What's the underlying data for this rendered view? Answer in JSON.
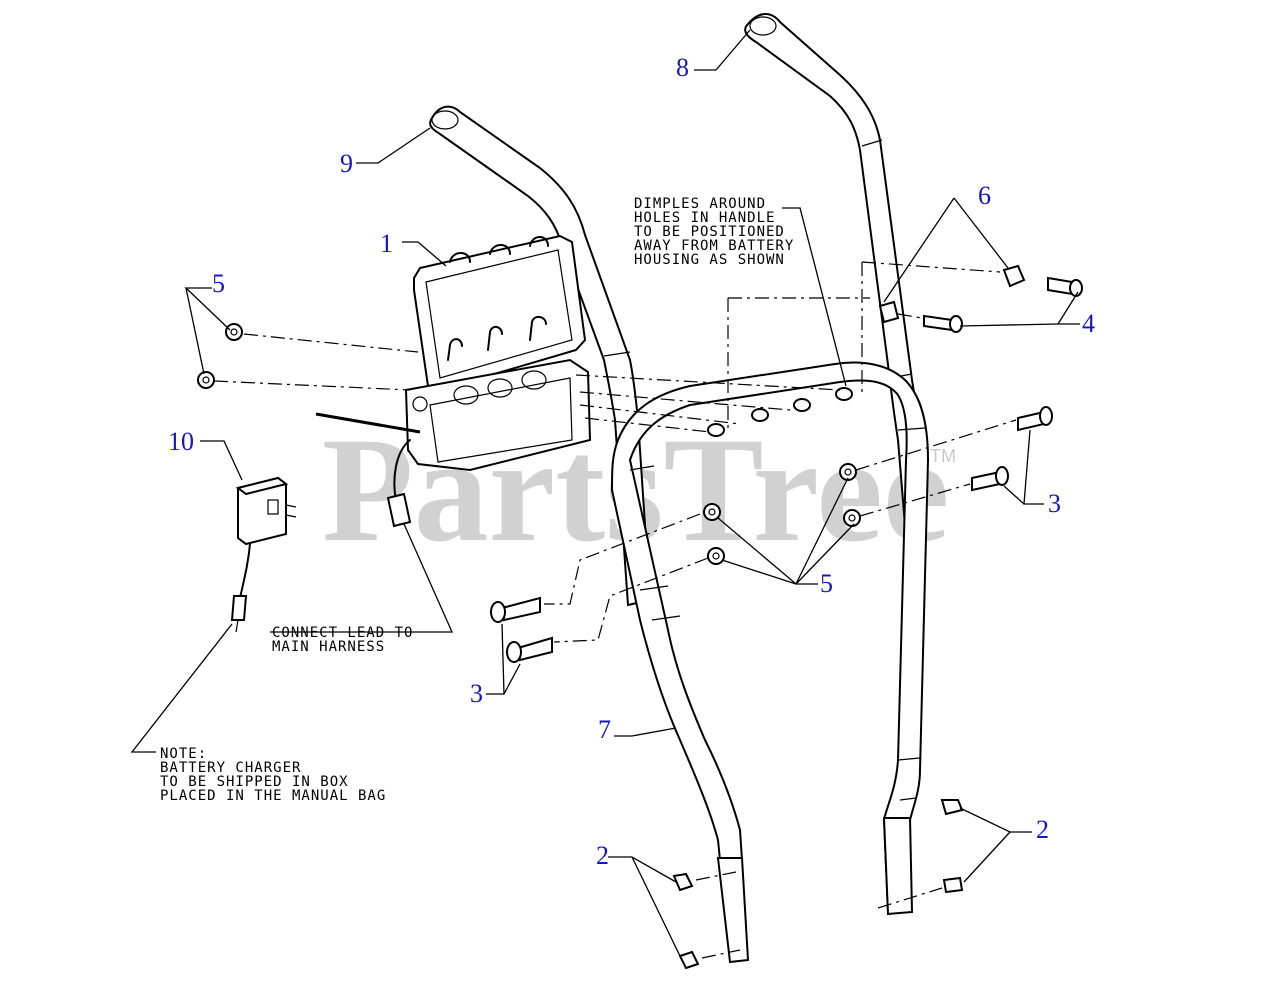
{
  "watermark": {
    "text": "PartsTree",
    "tm": "TM"
  },
  "callouts": [
    {
      "id": "c1",
      "label": "1"
    },
    {
      "id": "c2a",
      "label": "2"
    },
    {
      "id": "c2b",
      "label": "2"
    },
    {
      "id": "c3a",
      "label": "3"
    },
    {
      "id": "c3b",
      "label": "3"
    },
    {
      "id": "c4",
      "label": "4"
    },
    {
      "id": "c5a",
      "label": "5"
    },
    {
      "id": "c5b",
      "label": "5"
    },
    {
      "id": "c6",
      "label": "6"
    },
    {
      "id": "c7",
      "label": "7"
    },
    {
      "id": "c8",
      "label": "8"
    },
    {
      "id": "c9",
      "label": "9"
    },
    {
      "id": "c10",
      "label": "10"
    }
  ],
  "notes": {
    "dimples": [
      "DIMPLES AROUND",
      "HOLES IN HANDLE",
      "TO BE POSITIONED",
      "AWAY FROM BATTERY",
      "HOUSING AS SHOWN"
    ],
    "connect": [
      "CONNECT LEAD TO",
      "MAIN HARNESS"
    ],
    "charger": [
      "NOTE:",
      "BATTERY CHARGER",
      "TO BE SHIPPED IN BOX",
      "PLACED IN THE MANUAL BAG"
    ]
  }
}
